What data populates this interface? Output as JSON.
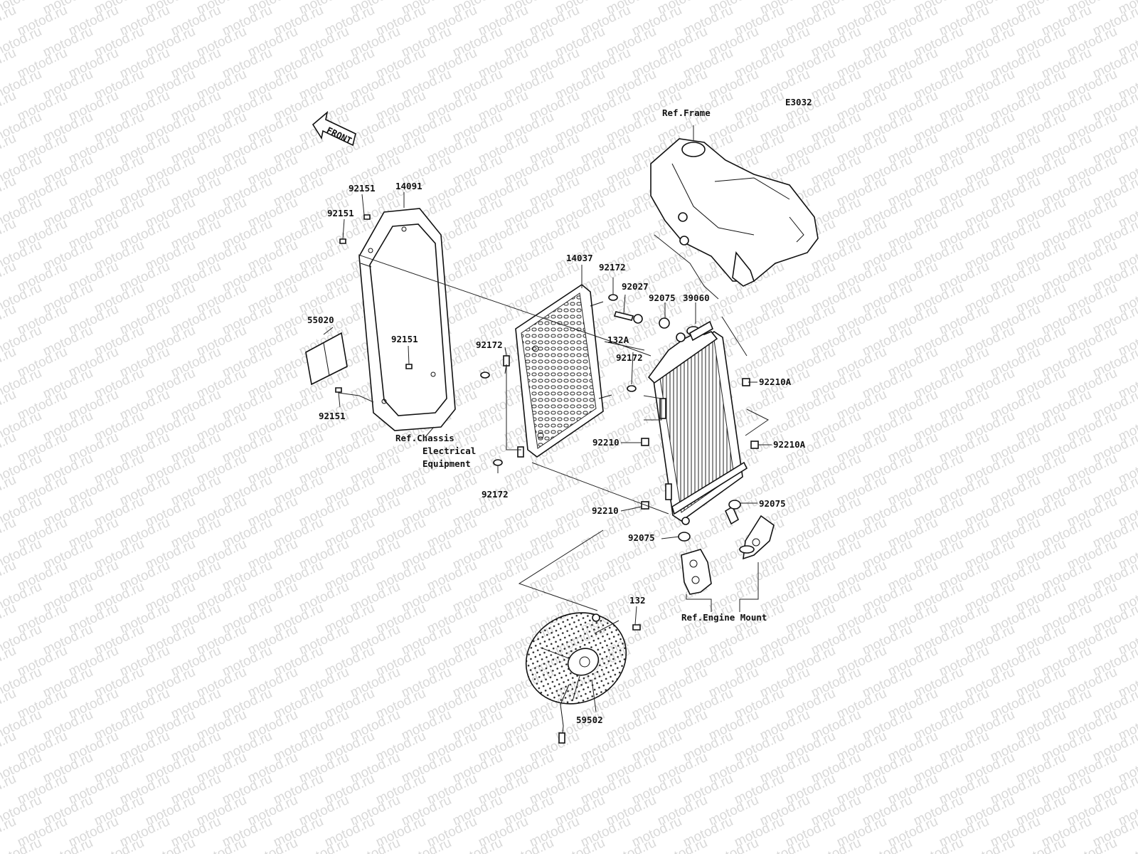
{
  "diagram_code": "E3032",
  "watermark": "motod.ru",
  "front_label": "FRONT",
  "labels": {
    "p92151_a": "92151",
    "p14091": "14091",
    "p92151_b": "92151",
    "p55020": "55020",
    "p92151_c": "92151",
    "p92151_d": "92151",
    "ref_chassis": "Ref.Chassis",
    "electrical": "Electrical",
    "equipment": "Equipment",
    "p92172_a": "92172",
    "p92172_b": "92172",
    "p14037": "14037",
    "p92172_c": "92172",
    "p92027": "92027",
    "p92075_a": "92075",
    "p39060": "39060",
    "p132A": "132A",
    "p92172_d": "92172",
    "p92210A_a": "92210A",
    "p92210_a": "92210",
    "p92210A_b": "92210A",
    "p92210_b": "92210",
    "p92075_b": "92075",
    "p92075_c": "92075",
    "p132": "132",
    "ref_engine_mount": "Ref.Engine Mount",
    "p59502": "59502",
    "ref_frame": "Ref.Frame"
  }
}
